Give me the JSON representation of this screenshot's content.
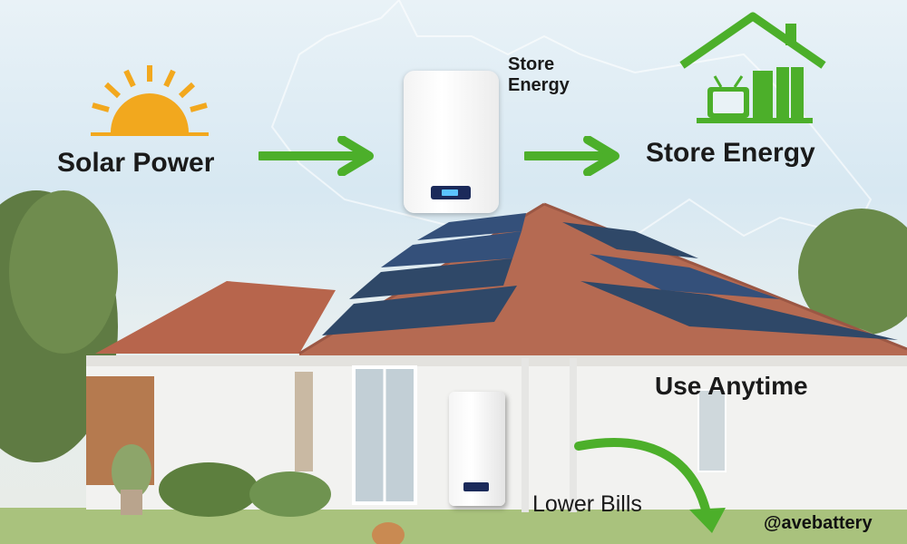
{
  "labels": {
    "solar_power": "Solar Power",
    "store_energy_small": "Store\nEnergy",
    "store_energy_large": "Store Energy",
    "use_anytime": "Use Anytime",
    "lower_bills": "Lower Bills",
    "watermark": "@avebattery"
  },
  "colors": {
    "arrow_green": "#4caf2a",
    "sun": "#f2a81e",
    "roof": "#b8634a",
    "wall": "#f3f3f1",
    "panel": "#2c3f5c",
    "battery": "#f7f7f7",
    "battery_display": "#1b2a5a"
  },
  "icons": [
    "sun-icon",
    "house-appliances-icon",
    "battery-icon"
  ]
}
